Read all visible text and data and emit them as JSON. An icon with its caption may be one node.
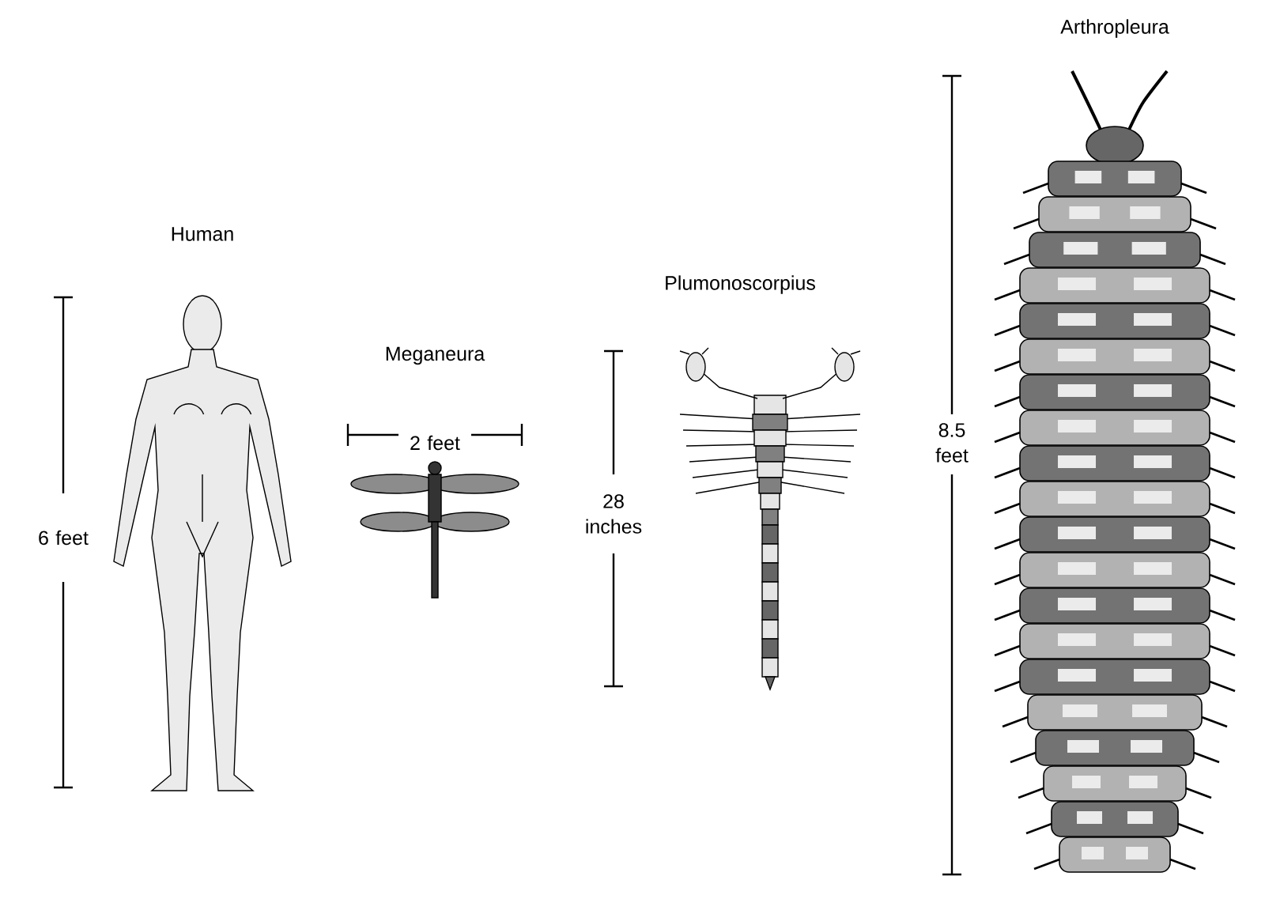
{
  "diagram": {
    "labels": [
      "Arthropleura",
      "Human",
      "Plumonoscorpius",
      "Meganeura",
      "2 feet",
      "8.5 feet",
      "28 inches",
      "6 feet"
    ]
  }
}
